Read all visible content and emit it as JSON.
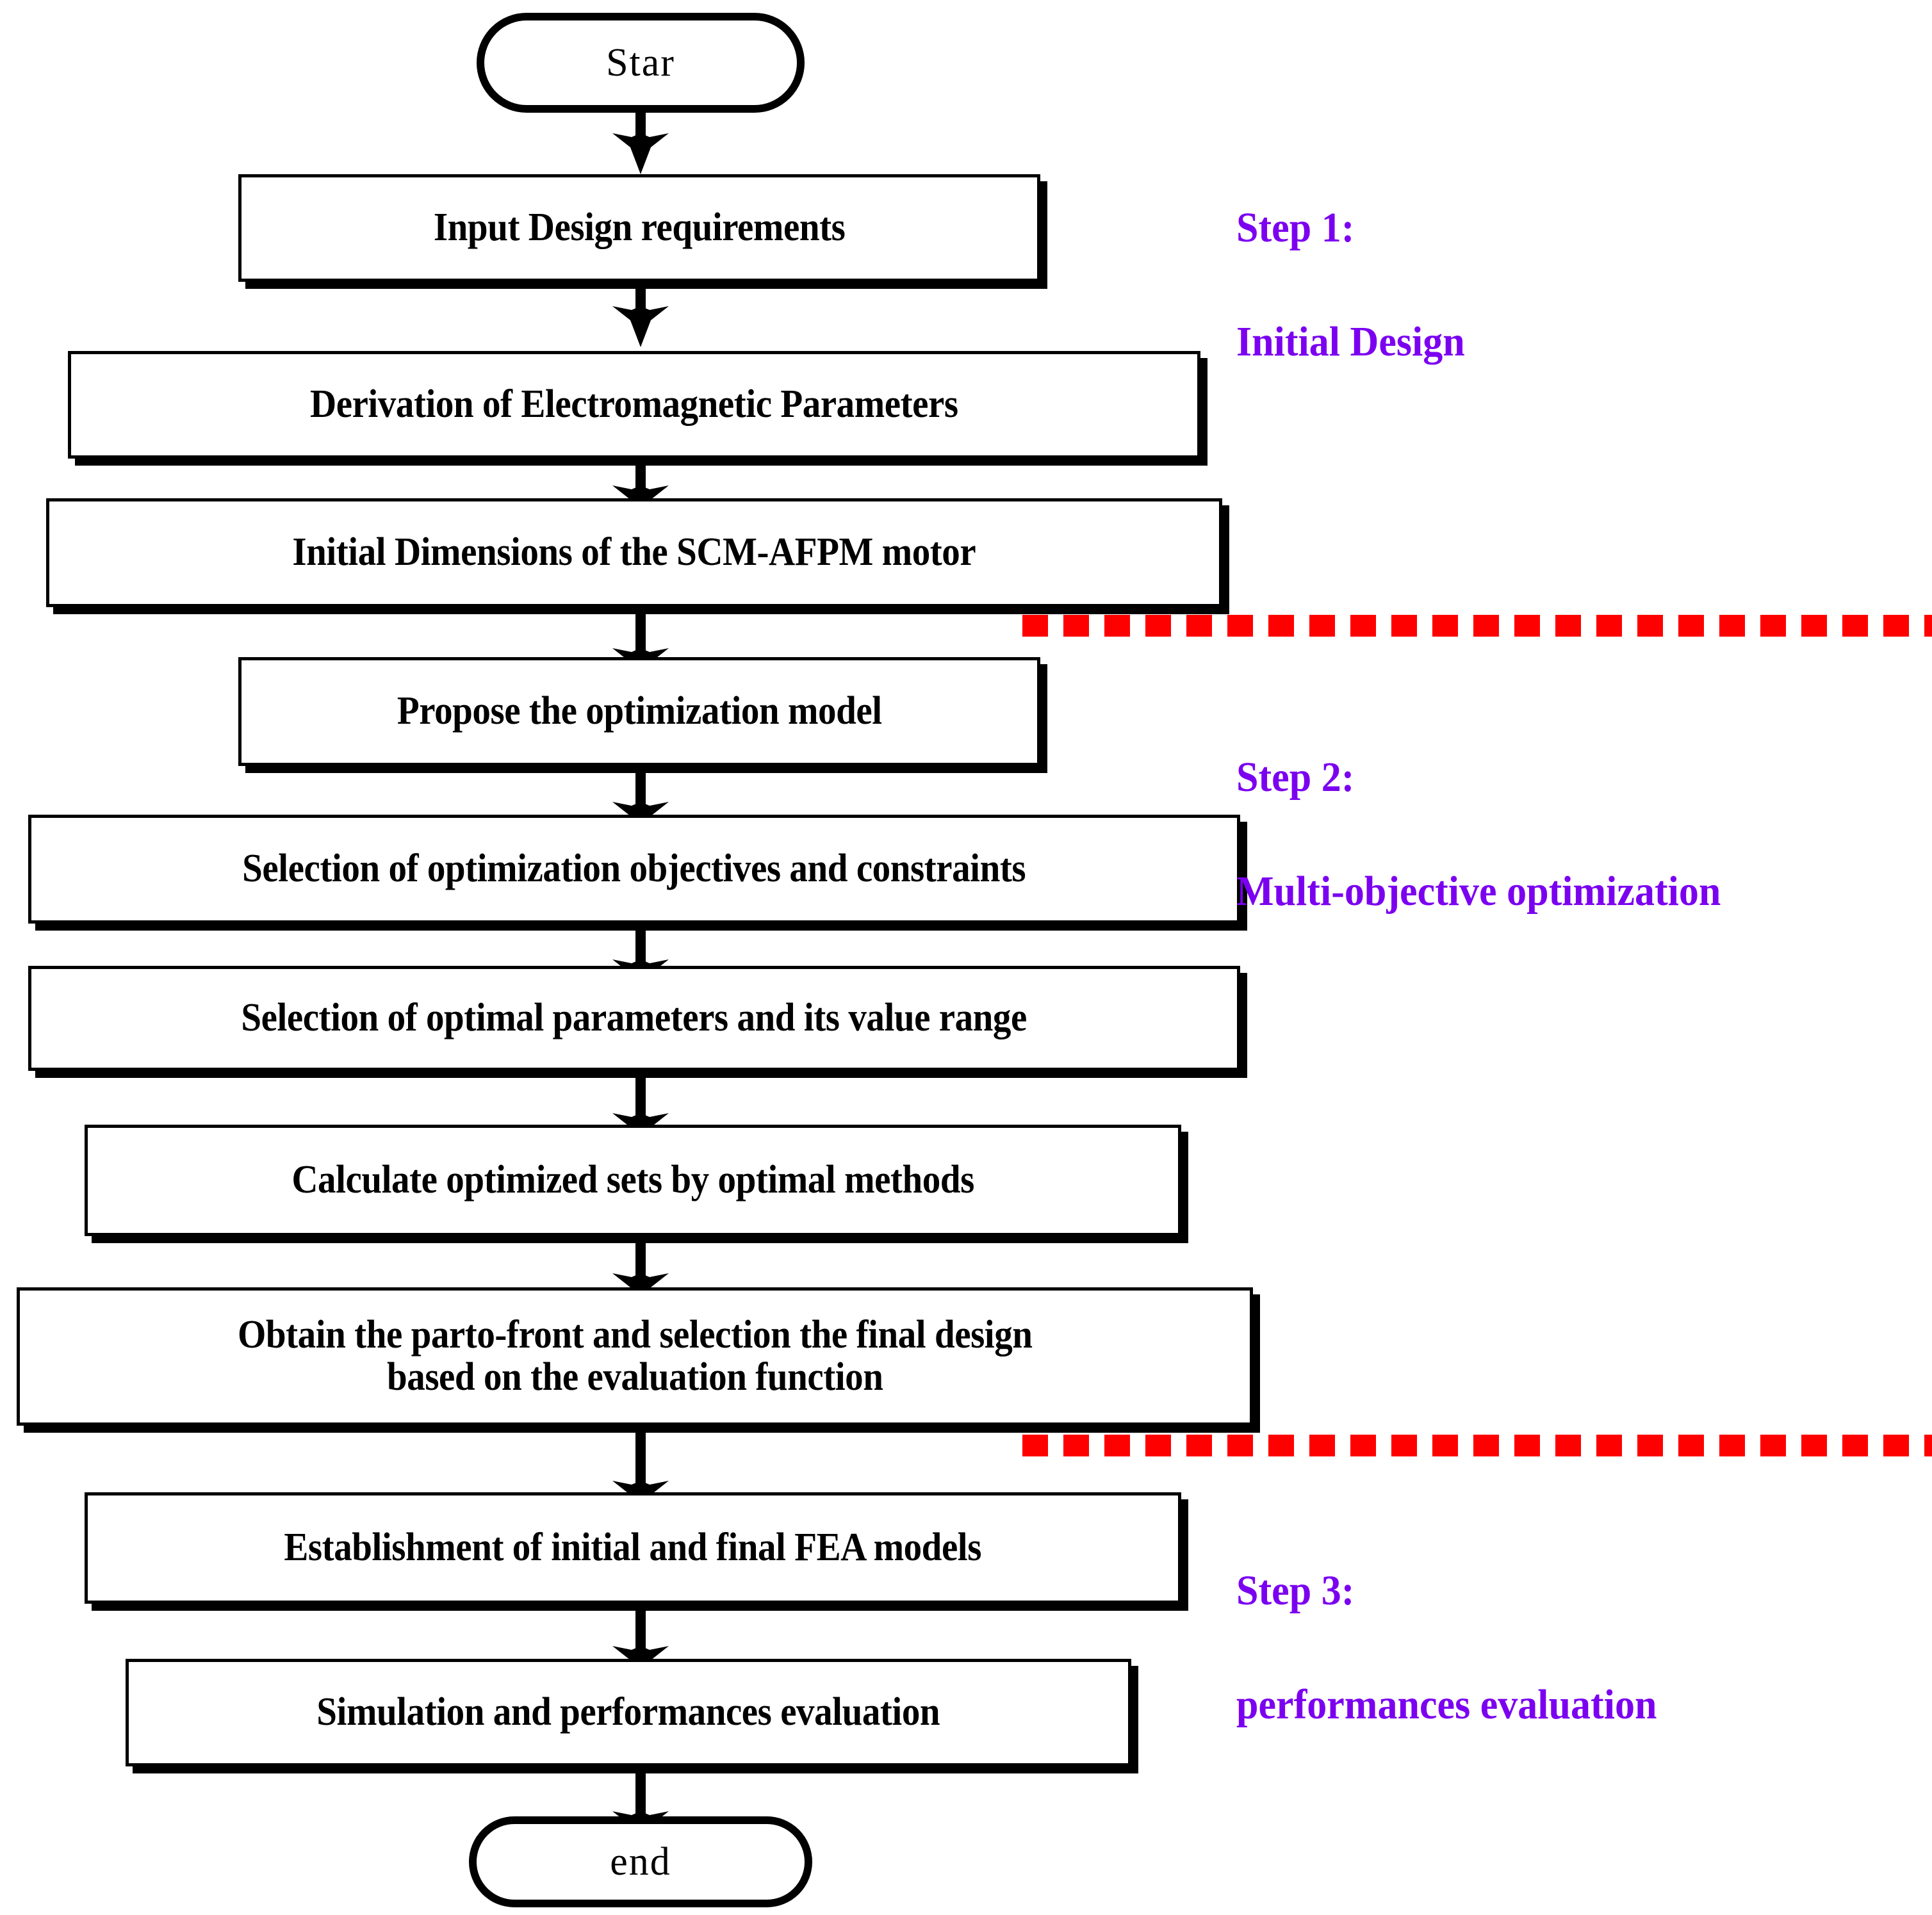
{
  "diagram": {
    "title": "SCM-AFPM motor design optimization flowchart",
    "colors": {
      "node_border": "#000000",
      "node_fill": "#ffffff",
      "text": "#000000",
      "separator": "#ff0000",
      "step_label": "#7b00f0"
    },
    "nodes": [
      {
        "id": "start",
        "type": "terminator",
        "label": "Star"
      },
      {
        "id": "n1",
        "type": "process",
        "label": "Input Design requirements"
      },
      {
        "id": "n2",
        "type": "process",
        "label": "Derivation of Electromagnetic Parameters"
      },
      {
        "id": "n3",
        "type": "process",
        "label": "Initial Dimensions of the SCM-AFPM motor"
      },
      {
        "id": "n4",
        "type": "process",
        "label": "Propose the optimization model"
      },
      {
        "id": "n5",
        "type": "process",
        "label": "Selection of optimization objectives and constraints"
      },
      {
        "id": "n6",
        "type": "process",
        "label": "Selection of optimal parameters and its value range"
      },
      {
        "id": "n7",
        "type": "process",
        "label": "Calculate optimized sets by optimal methods"
      },
      {
        "id": "n8",
        "type": "process",
        "label": "Obtain the parto-front and selection the final design\nbased on the evaluation function"
      },
      {
        "id": "n9",
        "type": "process",
        "label": "Establishment of initial and final FEA models"
      },
      {
        "id": "n10",
        "type": "process",
        "label": "Simulation and performances evaluation"
      },
      {
        "id": "end",
        "type": "terminator",
        "label": "end"
      }
    ],
    "steps": [
      {
        "id": "step1",
        "title": "Step 1:",
        "subtitle": "Initial Design"
      },
      {
        "id": "step2",
        "title": "Step 2:",
        "subtitle": "Multi-objective optimization"
      },
      {
        "id": "step3",
        "title": "Step 3:",
        "subtitle": "performances evaluation"
      }
    ],
    "separators": [
      {
        "id": "sep1",
        "after_node": "n3"
      },
      {
        "id": "sep2",
        "after_node": "n8"
      }
    ],
    "connectors": [
      {
        "from": "start",
        "to": "n1"
      },
      {
        "from": "n1",
        "to": "n2"
      },
      {
        "from": "n2",
        "to": "n3"
      },
      {
        "from": "n3",
        "to": "n4"
      },
      {
        "from": "n4",
        "to": "n5"
      },
      {
        "from": "n5",
        "to": "n6"
      },
      {
        "from": "n6",
        "to": "n7"
      },
      {
        "from": "n7",
        "to": "n8"
      },
      {
        "from": "n8",
        "to": "n9"
      },
      {
        "from": "n9",
        "to": "n10"
      },
      {
        "from": "n10",
        "to": "end"
      }
    ]
  }
}
